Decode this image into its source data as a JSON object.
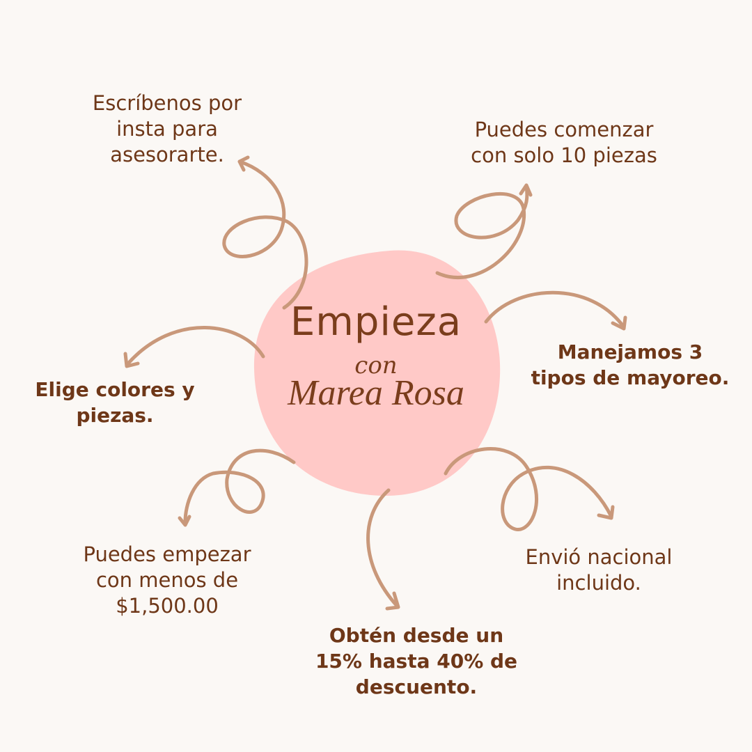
{
  "center": {
    "title": "Empieza",
    "connector": "con",
    "brand": "Marea Rosa",
    "blob_color": "#ffc9c7"
  },
  "notes": {
    "instagram": "Escríbenos por\ninsta para\nasesorarte.",
    "start_pieces": "Puedes comenzar\ncon solo 10 piezas",
    "wholesale": "Manejamos 3\ntipos de mayoreo.",
    "colors": "Elige colores y\npiezas.",
    "budget": "Puedes empezar\ncon menos de\n$1,500.00",
    "discount": "Obtén desde un\n15% hasta 40% de\ndescuento.",
    "shipping": "Envió nacional\nincluido."
  },
  "colors": {
    "text": "#6e3718",
    "arrow": "#c9987a",
    "background": "#fbf8f5"
  }
}
